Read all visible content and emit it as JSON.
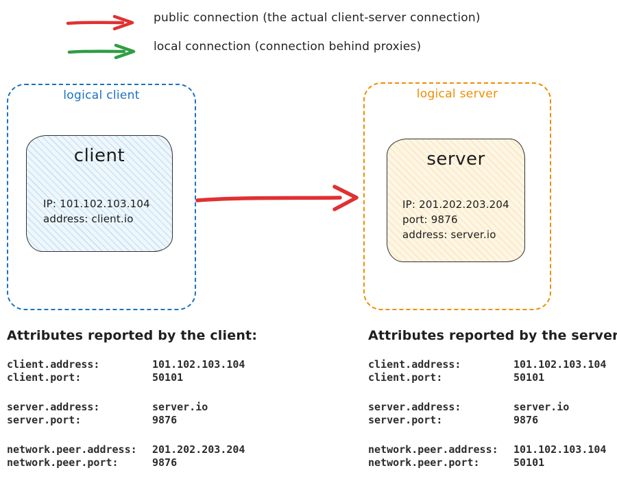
{
  "colors": {
    "public_arrow": "#e03131",
    "local_arrow": "#2f9e44",
    "client_border": "#1971c2",
    "server_border": "#f08c00"
  },
  "legend": {
    "public": "public connection (the actual client-server connection)",
    "local": "local connection (connection behind proxies)"
  },
  "client_group": {
    "label": "logical client",
    "node": {
      "title": "client",
      "lines": [
        "IP: 101.102.103.104",
        "address: client.io"
      ]
    }
  },
  "server_group": {
    "label": "logical server",
    "node": {
      "title": "server",
      "lines": [
        "IP: 201.202.203.204",
        "port: 9876",
        "address: server.io"
      ]
    }
  },
  "client_attributes": {
    "title": "Attributes reported by the client:",
    "rows": [
      {
        "key": "client.address:",
        "value": "101.102.103.104"
      },
      {
        "key": "client.port:",
        "value": "50101"
      },
      {
        "key": "server.address:",
        "value": "server.io"
      },
      {
        "key": "server.port:",
        "value": "9876"
      },
      {
        "key": "network.peer.address:",
        "value": "201.202.203.204"
      },
      {
        "key": "network.peer.port:",
        "value": "9876"
      }
    ]
  },
  "server_attributes": {
    "title": "Attributes reported by the server:",
    "rows": [
      {
        "key": "client.address:",
        "value": "101.102.103.104"
      },
      {
        "key": "client.port:",
        "value": "50101"
      },
      {
        "key": "server.address:",
        "value": "server.io"
      },
      {
        "key": "server.port:",
        "value": "9876"
      },
      {
        "key": "network.peer.address:",
        "value": "101.102.103.104"
      },
      {
        "key": "network.peer.port:",
        "value": "50101"
      }
    ]
  }
}
